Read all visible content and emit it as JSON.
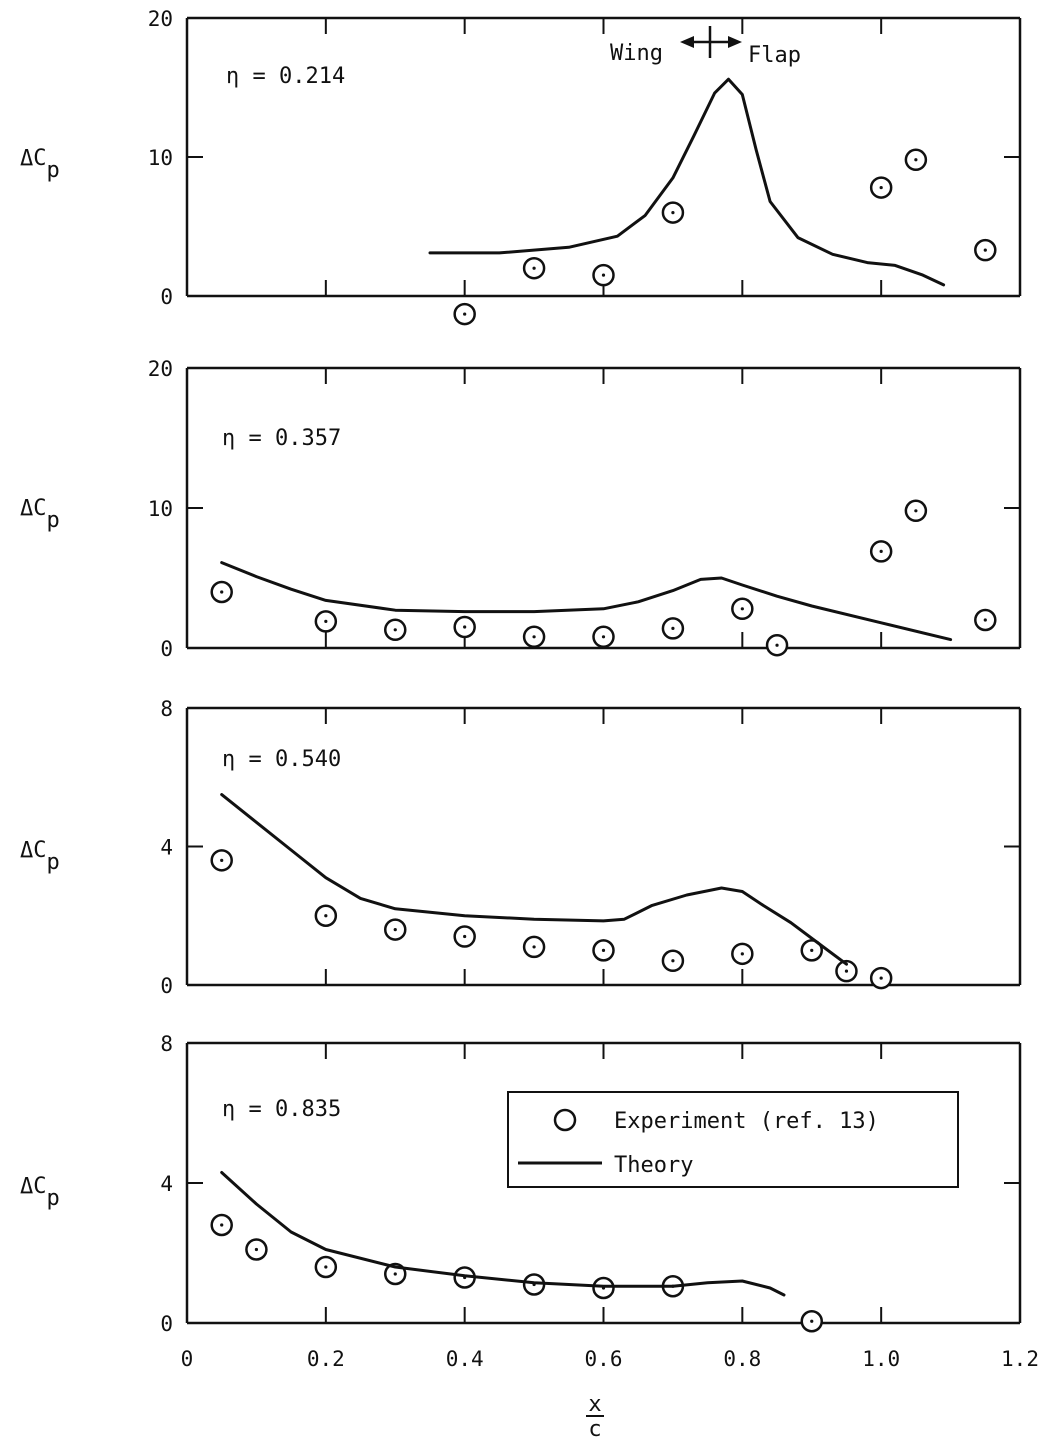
{
  "figure": {
    "xlabel_num": "x",
    "xlabel_den": "c",
    "x_ticks": [
      "0",
      "0.2",
      "0.4",
      "0.6",
      "0.8",
      "1.0",
      "1.2"
    ],
    "legend": {
      "experiment": "Experiment (ref. 13)",
      "theory": "Theory"
    },
    "annotation": {
      "left": "Wing",
      "right": "Flap"
    }
  },
  "chart_data": [
    {
      "type": "scatter",
      "label": "η = 0.214",
      "ylabel": "ΔC",
      "ylabel_sub": "p",
      "xlim": [
        0,
        1.2
      ],
      "ylim": [
        0,
        20
      ],
      "y_ticks": [
        "0",
        "10",
        "20"
      ],
      "series": [
        {
          "name": "Experiment (ref. 13)",
          "x": [
            0.4,
            0.5,
            0.6,
            0.7,
            1.0,
            1.05,
            1.15
          ],
          "y": [
            -1.3,
            2.0,
            1.5,
            6.0,
            7.8,
            9.8,
            3.3
          ]
        },
        {
          "name": "Theory",
          "x": [
            0.35,
            0.45,
            0.55,
            0.62,
            0.66,
            0.7,
            0.73,
            0.76,
            0.78,
            0.8,
            0.82,
            0.84,
            0.88,
            0.93,
            0.98,
            1.02,
            1.06,
            1.09
          ],
          "y": [
            3.1,
            3.1,
            3.5,
            4.3,
            5.8,
            8.5,
            11.5,
            14.6,
            15.6,
            14.5,
            10.5,
            6.8,
            4.2,
            3.0,
            2.4,
            2.2,
            1.5,
            0.8
          ]
        }
      ]
    },
    {
      "type": "scatter",
      "label": "η = 0.357",
      "ylabel": "ΔC",
      "ylabel_sub": "p",
      "xlim": [
        0,
        1.2
      ],
      "ylim": [
        0,
        20
      ],
      "y_ticks": [
        "0",
        "10",
        "20"
      ],
      "series": [
        {
          "name": "Experiment (ref. 13)",
          "x": [
            0.05,
            0.2,
            0.3,
            0.4,
            0.5,
            0.6,
            0.7,
            0.8,
            0.85,
            1.0,
            1.05,
            1.15
          ],
          "y": [
            4.0,
            1.9,
            1.3,
            1.5,
            0.8,
            0.8,
            1.4,
            2.8,
            0.2,
            6.9,
            9.8,
            2.0
          ]
        },
        {
          "name": "Theory",
          "x": [
            0.05,
            0.1,
            0.15,
            0.2,
            0.3,
            0.4,
            0.5,
            0.6,
            0.65,
            0.7,
            0.74,
            0.77,
            0.8,
            0.85,
            0.9,
            1.0,
            1.1
          ],
          "y": [
            6.1,
            5.1,
            4.2,
            3.4,
            2.7,
            2.6,
            2.6,
            2.8,
            3.3,
            4.1,
            4.9,
            5.0,
            4.5,
            3.7,
            3.0,
            1.8,
            0.6
          ]
        }
      ]
    },
    {
      "type": "scatter",
      "label": "η = 0.540",
      "ylabel": "ΔC",
      "ylabel_sub": "p",
      "xlim": [
        0,
        1.2
      ],
      "ylim": [
        0,
        8
      ],
      "y_ticks": [
        "0",
        "4",
        "8"
      ],
      "series": [
        {
          "name": "Experiment (ref. 13)",
          "x": [
            0.05,
            0.2,
            0.3,
            0.4,
            0.5,
            0.6,
            0.7,
            0.8,
            0.9,
            0.95,
            1.0
          ],
          "y": [
            3.6,
            2.0,
            1.6,
            1.4,
            1.1,
            1.0,
            0.7,
            0.9,
            1.0,
            0.4,
            0.2
          ]
        },
        {
          "name": "Theory",
          "x": [
            0.05,
            0.1,
            0.15,
            0.2,
            0.25,
            0.3,
            0.4,
            0.5,
            0.6,
            0.63,
            0.67,
            0.72,
            0.77,
            0.8,
            0.83,
            0.87,
            0.91,
            0.95
          ],
          "y": [
            5.5,
            4.7,
            3.9,
            3.1,
            2.5,
            2.2,
            2.0,
            1.9,
            1.85,
            1.9,
            2.3,
            2.6,
            2.8,
            2.7,
            2.3,
            1.8,
            1.2,
            0.6
          ]
        }
      ]
    },
    {
      "type": "scatter",
      "label": "η = 0.835",
      "ylabel": "ΔC",
      "ylabel_sub": "p",
      "xlim": [
        0,
        1.2
      ],
      "ylim": [
        0,
        8
      ],
      "y_ticks": [
        "0",
        "4",
        "8"
      ],
      "legend": "top-right",
      "series": [
        {
          "name": "Experiment (ref. 13)",
          "x": [
            0.05,
            0.1,
            0.2,
            0.3,
            0.4,
            0.5,
            0.6,
            0.7,
            0.9
          ],
          "y": [
            2.8,
            2.1,
            1.6,
            1.4,
            1.3,
            1.1,
            1.0,
            1.05,
            0.05
          ]
        },
        {
          "name": "Theory",
          "x": [
            0.05,
            0.1,
            0.15,
            0.2,
            0.3,
            0.4,
            0.5,
            0.6,
            0.7,
            0.75,
            0.8,
            0.84,
            0.86
          ],
          "y": [
            4.3,
            3.4,
            2.6,
            2.1,
            1.6,
            1.35,
            1.15,
            1.05,
            1.05,
            1.15,
            1.2,
            1.0,
            0.8
          ]
        }
      ]
    }
  ]
}
